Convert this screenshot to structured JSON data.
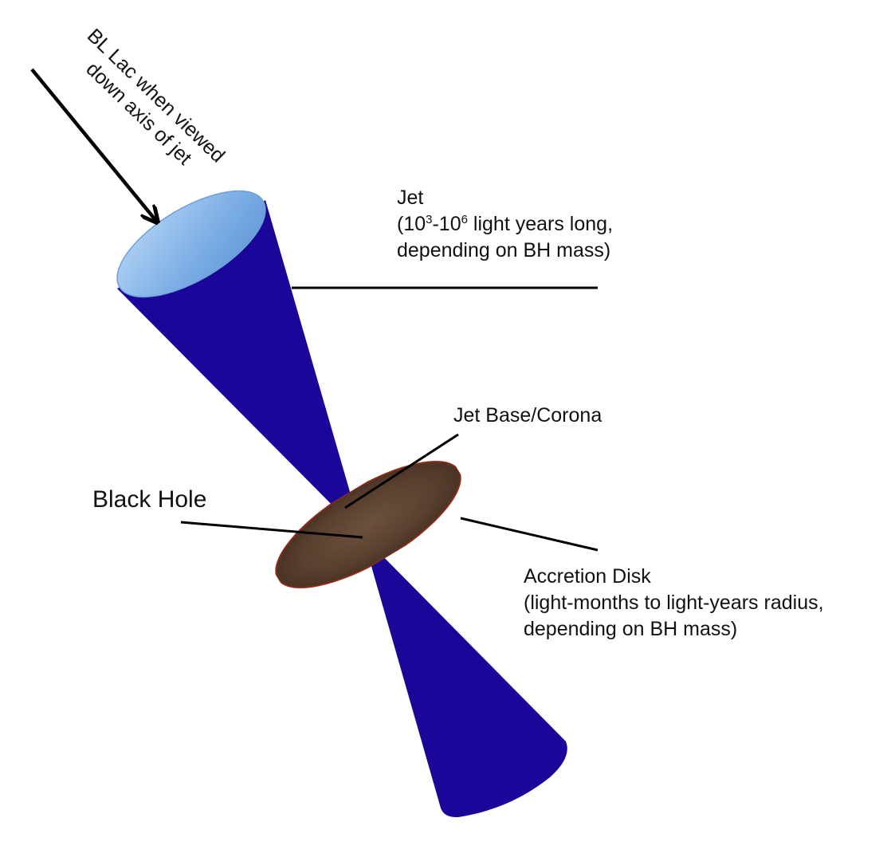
{
  "diagram": {
    "viewing_label": {
      "line1": "BL Lac when viewed",
      "line2": "down axis of jet"
    },
    "jet_label": {
      "title": "Jet",
      "range_open": "(10",
      "exp_low": "3",
      "range_mid": "-10",
      "exp_high": "6",
      "range_close": " light years long,",
      "line3": "depending on BH mass)"
    },
    "jet_base_label": "Jet Base/Corona",
    "black_hole_label": "Black Hole",
    "accretion_label": {
      "title": "Accretion Disk",
      "line2": "(light-months to light-years radius,",
      "line3": "depending on BH mass)"
    },
    "colors": {
      "jet": "#1a0699",
      "jet_opening": "#8bb8e8",
      "disk": "#5a4030",
      "disk_edge": "#8a2a1a",
      "lines": "#000000"
    }
  }
}
